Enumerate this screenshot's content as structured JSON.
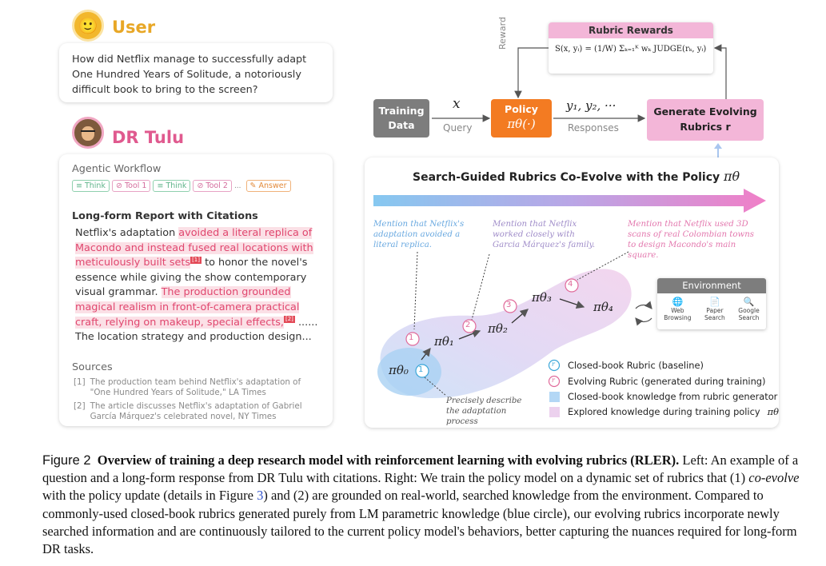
{
  "left": {
    "user_label": "User",
    "user_avatar_emoji": "🙂",
    "question": "How did Netflix manage to successfully adapt One Hundred Years of Solitude, a notoriously difficult book to bring to the screen?",
    "agent_label": "DR Tulu",
    "workflow": {
      "title": "Agentic Workflow",
      "steps": [
        "Think",
        "Tool 1",
        "Think",
        "Tool 2",
        "...",
        "Answer"
      ]
    },
    "report": {
      "title": "Long-form Report with Citations",
      "parts": [
        "Netflix's adaptation ",
        "avoided a literal replica of Macondo and instead fused real locations with meticulously built sets",
        "[1]",
        " to honor the novel's essence while giving the show contemporary visual grammar. ",
        "The production grounded magical realism in front-of-camera practical craft, relying on makeup, special effects,",
        "[2]",
        " ...... The location strategy and production design..."
      ]
    },
    "sources": {
      "title": "Sources",
      "items": [
        {
          "num": "[1]",
          "text": "The production team behind Netflix's adaptation of \"One Hundred Years of Solitude,\" LA Times"
        },
        {
          "num": "[2]",
          "text": "The article discusses Netflix's adaptation of Gabriel García Márquez's celebrated novel, NY Times"
        }
      ]
    }
  },
  "pipeline": {
    "rubric_rewards_title": "Rubric Rewards",
    "formula": "S(x, yᵢ) = (1/W) Σₖ₌₁ᴷ wₖ JUDGE(rₖ, yᵢ)",
    "reward_label": "Reward",
    "training_data": [
      "Training",
      "Data"
    ],
    "x_symbol": "x",
    "query_label": "Query",
    "policy_label": "Policy",
    "policy_math": "πθ(·)",
    "responses_math": "y₁, y₂, ···",
    "responses_label": "Responses",
    "generate_label": "Generate Evolving",
    "generate_label2": "Rubrics r"
  },
  "coevolve": {
    "title": "Search-Guided Rubrics Co-Evolve with the Policy ",
    "title_math": "πθ",
    "annotations": {
      "a1": "Mention that Netflix's adaptation avoided a literal replica.",
      "a2": "Mention that Netflix worked closely with Garcia Márquez's family.",
      "a3": "Mention that Netflix used 3D scans of real Colombian towns to design Macondo's main square.",
      "a4": "Precisely describe the adaptation process"
    },
    "pi_labels": [
      "πθ₀",
      "πθ₁",
      "πθ₂",
      "πθ₃",
      "πθ₄"
    ],
    "step_numbers": [
      "1",
      "1",
      "2",
      "3",
      "4"
    ],
    "environment": {
      "title": "Environment",
      "items": [
        {
          "icon": "🌐",
          "line1": "Web",
          "line2": "Browsing"
        },
        {
          "icon": "📄",
          "line1": "Paper",
          "line2": "Search"
        },
        {
          "icon": "🔍",
          "line1": "Google",
          "line2": "Search"
        }
      ]
    },
    "legend": [
      "Closed-book Rubric (baseline)",
      "Evolving Rubric (generated during training)",
      "Closed-book knowledge from rubric generator",
      "Explored knowledge during training policy "
    ],
    "legend_circle_letter": "r",
    "legend_pi": "πθ"
  },
  "caption": {
    "fig_label": "Figure 2",
    "bold": "Overview of training a deep research model with reinforcement learning with evolving rubrics (RLER).",
    "text1": " Left: An example of a question and a long-form response from DR Tulu with citations. Right: We train the policy model on a dynamic set of rubrics that (1) ",
    "italic": "co-evolve",
    "text2": " with the policy update (details in Figure ",
    "ref": "3",
    "text3": ") and (2) are grounded on real-world, searched knowledge from the environment. Compared to commonly-used closed-book rubrics generated purely from LM parametric knowledge (blue circle), our evolving rubrics incorporate newly searched information and are continuously tailored to the current policy model's behaviors, better capturing the nuances required for long-form DR tasks."
  },
  "colors": {
    "user_gold": "#e8a726",
    "dr_pink": "#e05a8f",
    "policy_orange": "#f37b22",
    "rubric_pink": "#f3b6d8",
    "training_gray": "#7d7d7d",
    "closed_blue": "#3aa6d8",
    "evolving_pink": "#e06a9a"
  }
}
